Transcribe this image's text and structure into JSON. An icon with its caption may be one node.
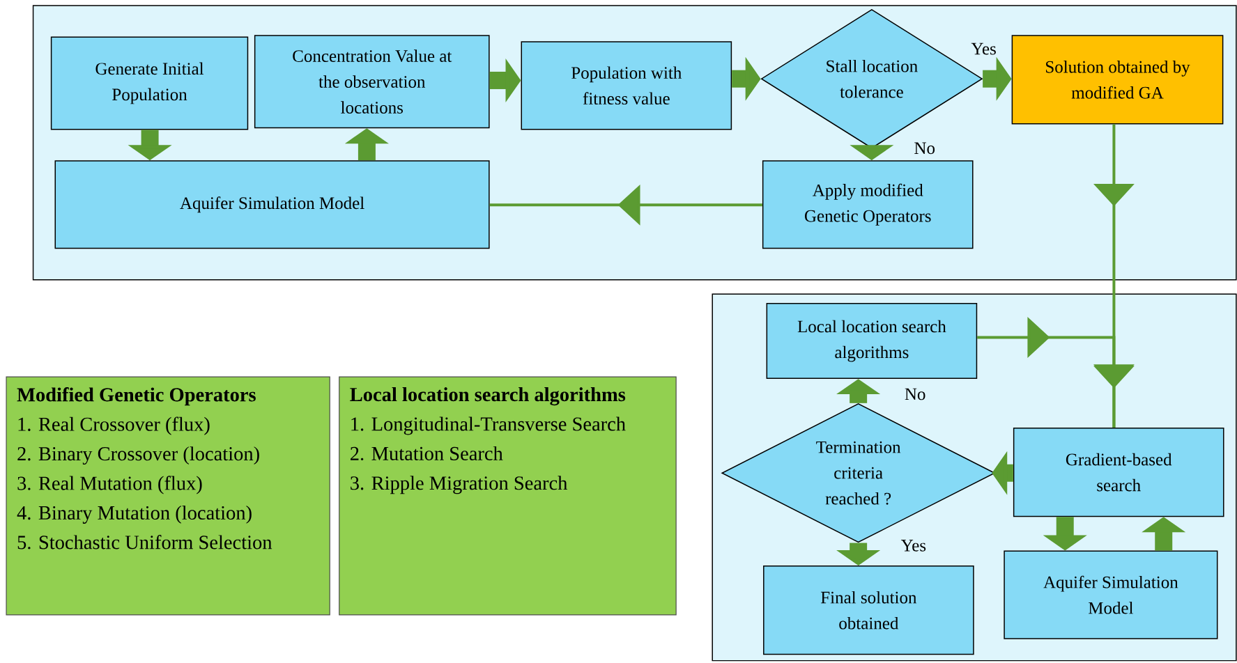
{
  "diagram": {
    "nodes": [
      {
        "text": [],
        "shape": "box"
      },
      {
        "text": [
          "Generate Initial Population"
        ],
        "in": 0
      },
      {
        "text": [
          "Concentration Value at the observation locations"
        ],
        "in": 0
      },
      {
        "text": [
          "Population with fitness value"
        ],
        "in": 0
      },
      {
        "text": [
          "Stall location tolerance"
        ],
        "in": 0
      },
      {
        "text": [
          "Solution obtained by modified GA"
        ],
        "in": 0
      },
      {
        "text": [
          "Aquifer Simulation Model"
        ],
        "in": 0
      },
      {
        "text": [
          "Apply modified Genetic Operators"
        ],
        "in": 0
      },
      {
        "text": [],
        "shape": "box"
      },
      {
        "text": [
          "Local location search algorithms"
        ],
        "in": 8
      },
      {
        "text": [
          "Termination criteria reached ?"
        ],
        "in": 8
      },
      {
        "text": [
          "Gradient-based search"
        ],
        "in": 8
      },
      {
        "text": [
          "Final solution obtained"
        ],
        "in": 8
      },
      {
        "text": [
          "Aquifer Simulation Model"
        ],
        "in": 8
      },
      {
        "text": [
          "Modified Genetic Operators",
          "1. Real Crossover (flux)",
          "2. Binary Crossover (location)",
          "3. Real Mutation (flux)",
          "4. Binary Mutation (location)",
          "5. Stochastic Uniform Selection"
        ]
      },
      {
        "text": [
          "Local location search algorithms",
          "1. Longitudinal-Transverse Search",
          "2. Mutation Search",
          "3. Ripple Migration Search"
        ]
      }
    ],
    "edges": [
      {
        "from": 1,
        "to": 6,
        "arrow": "to"
      },
      {
        "from": 6,
        "to": 2,
        "arrow": "to"
      },
      {
        "from": 2,
        "to": 3,
        "arrow": "to"
      },
      {
        "from": 3,
        "to": 4,
        "arrow": "to"
      },
      {
        "from": 4,
        "to": 5,
        "arrow": "to",
        "label": "Yes"
      },
      {
        "from": 4,
        "to": 7,
        "arrow": "to",
        "label": "No"
      },
      {
        "from": 7,
        "to": 6,
        "arrow": "to"
      },
      {
        "from": 5,
        "to": 11,
        "arrow": "to"
      },
      {
        "from": 9,
        "to": 11,
        "arrow": "to"
      },
      {
        "from": 11,
        "to": 10,
        "arrow": "to"
      },
      {
        "from": 10,
        "to": 9,
        "arrow": "to",
        "label": "No"
      },
      {
        "from": 10,
        "to": 12,
        "arrow": "to",
        "label": "Yes"
      },
      {
        "from": 11,
        "to": 13,
        "arrow": "to"
      },
      {
        "from": 13,
        "to": 11,
        "arrow": "to"
      }
    ]
  }
}
